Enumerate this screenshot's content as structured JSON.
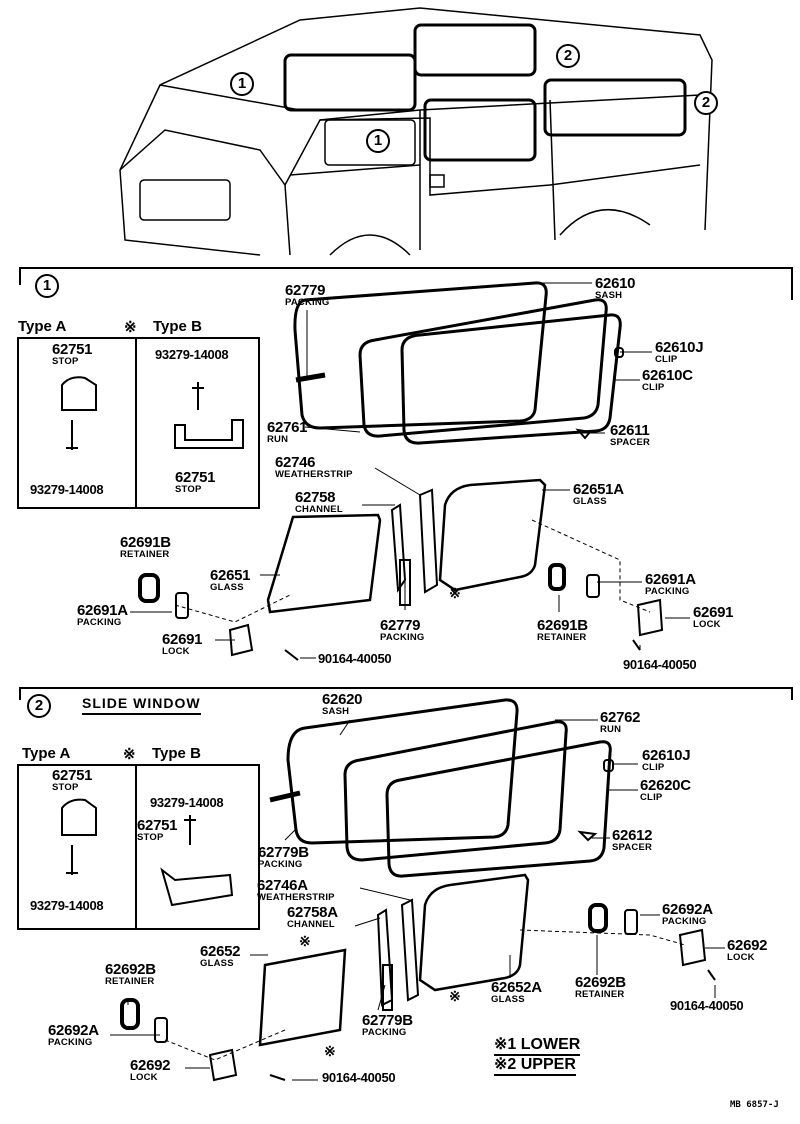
{
  "van_callouts": [
    "1",
    "2",
    "1",
    "2"
  ],
  "section1": {
    "marker": "1",
    "type_a": "Type A",
    "type_b_mark": "※",
    "type_b": "Type B",
    "parts": [
      {
        "number": "62779",
        "name": "PACKING"
      },
      {
        "number": "62610",
        "name": "SASH"
      },
      {
        "number": "62751",
        "name": "STOP"
      },
      {
        "number": "93279-14008"
      },
      {
        "number": "93279-14008"
      },
      {
        "number": "62751",
        "name": "STOP"
      },
      {
        "number": "62610J",
        "name": "CLIP"
      },
      {
        "number": "62610C",
        "name": "CLIP"
      },
      {
        "number": "62761",
        "name": "RUN"
      },
      {
        "number": "62611",
        "name": "SPACER"
      },
      {
        "number": "62746",
        "name": "WEATHERSTRIP"
      },
      {
        "number": "62758",
        "name": "CHANNEL"
      },
      {
        "number": "62651A",
        "name": "GLASS"
      },
      {
        "number": "62691B",
        "name": "RETAINER"
      },
      {
        "number": "62651",
        "name": "GLASS"
      },
      {
        "number": "62691A",
        "name": "PACKING"
      },
      {
        "number": "62691",
        "name": "LOCK"
      },
      {
        "number": "62779",
        "name": "PACKING"
      },
      {
        "number": "90164-40050"
      },
      {
        "number": "62691A",
        "name": "PACKING"
      },
      {
        "number": "62691",
        "name": "LOCK"
      },
      {
        "number": "62691B",
        "name": "RETAINER"
      },
      {
        "number": "90164-40050"
      }
    ]
  },
  "section2": {
    "marker": "2",
    "title": "SLIDE WINDOW",
    "type_a": "Type A",
    "type_b_mark": "※",
    "type_b": "Type B",
    "parts": [
      {
        "number": "62751",
        "name": "STOP"
      },
      {
        "number": "93279-14008"
      },
      {
        "number": "62751",
        "name": "STOP"
      },
      {
        "number": "93279-14008"
      },
      {
        "number": "62620",
        "name": "SASH"
      },
      {
        "number": "62762",
        "name": "RUN"
      },
      {
        "number": "62610J",
        "name": "CLIP"
      },
      {
        "number": "62620C",
        "name": "CLIP"
      },
      {
        "number": "62612",
        "name": "SPACER"
      },
      {
        "number": "62779B",
        "name": "PACKING"
      },
      {
        "number": "62746A",
        "name": "WEATHERSTRIP"
      },
      {
        "number": "62758A",
        "name": "CHANNEL"
      },
      {
        "number": "62652",
        "name": "GLASS"
      },
      {
        "number": "62692B",
        "name": "RETAINER"
      },
      {
        "number": "62692A",
        "name": "PACKING"
      },
      {
        "number": "62692",
        "name": "LOCK"
      },
      {
        "number": "62779B",
        "name": "PACKING"
      },
      {
        "number": "62652A",
        "name": "GLASS"
      },
      {
        "number": "62692B",
        "name": "RETAINER"
      },
      {
        "number": "62692A",
        "name": "PACKING"
      },
      {
        "number": "62692",
        "name": "LOCK"
      },
      {
        "number": "90164-40050"
      },
      {
        "number": "90164-40050"
      }
    ]
  },
  "legend": {
    "mark": "※",
    "lower": "※1 LOWER",
    "upper": "※2 UPPER"
  },
  "diagram_code": "MB 6857-J"
}
